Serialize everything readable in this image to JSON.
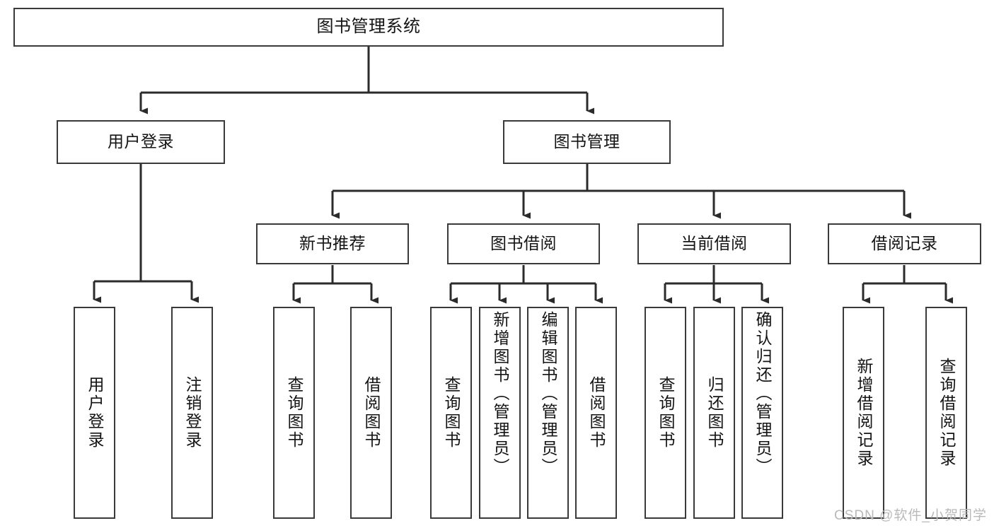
{
  "diagram": {
    "title": "图书管理系统",
    "type": "tree-hierarchy-chart",
    "colors": {
      "box_border": "#3a3a3a",
      "box_fill": "#ffffff",
      "connector": "#2b2b2b",
      "text": "#141414",
      "watermark": "#b9b9b9",
      "background": "#ffffff"
    },
    "root": {
      "label": "图书管理系统"
    },
    "level2": [
      {
        "label": "用户登录"
      },
      {
        "label": "图书管理"
      }
    ],
    "level3": [
      {
        "label": "新书推荐"
      },
      {
        "label": "图书借阅"
      },
      {
        "label": "当前借阅"
      },
      {
        "label": "借阅记录"
      }
    ],
    "leaves": {
      "user_login": [
        {
          "label": "用户登录"
        },
        {
          "label": "注销登录"
        }
      ],
      "new_book_recommend": [
        {
          "label": "查询图书"
        },
        {
          "label": "借阅图书"
        }
      ],
      "book_borrow": [
        {
          "label": "查询图书"
        },
        {
          "label": "新增图书（管理员）"
        },
        {
          "label": "编辑图书（管理员）"
        },
        {
          "label": "借阅图书"
        }
      ],
      "current_borrow": [
        {
          "label": "查询图书"
        },
        {
          "label": "归还图书"
        },
        {
          "label": "确认归还（管理员）"
        }
      ],
      "borrow_record": [
        {
          "label": "新增借阅记录"
        },
        {
          "label": "查询借阅记录"
        }
      ]
    }
  },
  "watermark": {
    "text": "CSDN @软件_小贺同学"
  }
}
